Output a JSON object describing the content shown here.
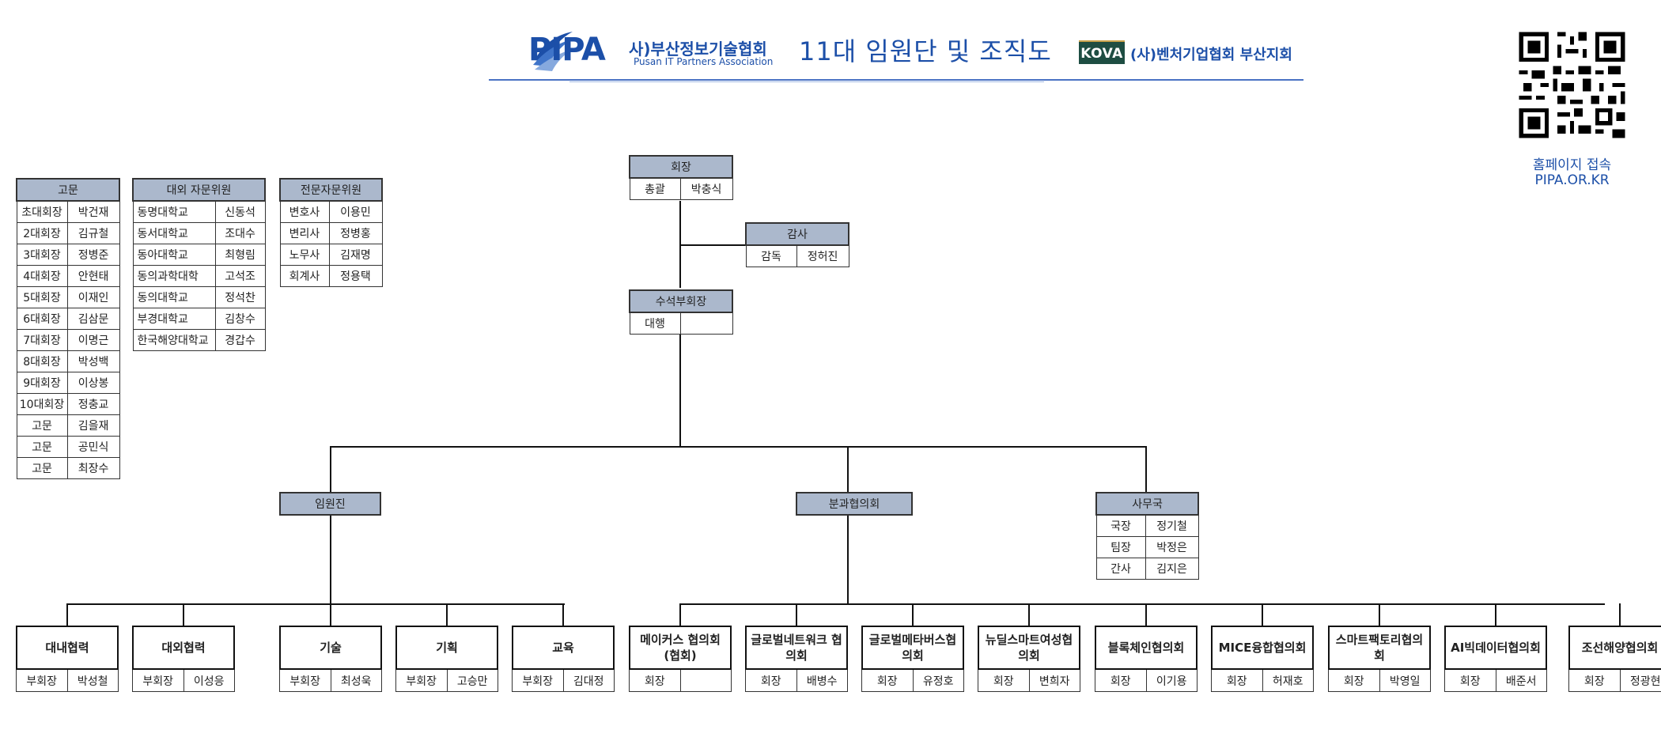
{
  "header": {
    "org_en_short": "PIPA",
    "org_kr": "사)부산정보기술협회",
    "org_en": "Pusan IT Partners Association",
    "title": "11대 임원단 및 조직도",
    "kova_logo": "KOVA",
    "kova_kr": "(사)벤처기업협회 부산지회"
  },
  "qr": {
    "caption_1": "홈페이지 접속",
    "caption_2": "PIPA.OR.KR"
  },
  "colors": {
    "accent": "#1c4fa8",
    "header_fill": "#abb8cc",
    "kova": "#1e4d42"
  },
  "advisors": {
    "title": "고문",
    "rows": [
      [
        "초대회장",
        "박건재"
      ],
      [
        "2대회장",
        "김규철"
      ],
      [
        "3대회장",
        "정병준"
      ],
      [
        "4대회장",
        "안현태"
      ],
      [
        "5대회장",
        "이재인"
      ],
      [
        "6대회장",
        "김삼문"
      ],
      [
        "7대회장",
        "이명근"
      ],
      [
        "8대회장",
        "박성백"
      ],
      [
        "9대회장",
        "이상봉"
      ],
      [
        "10대회장",
        "정충교"
      ],
      [
        "고문",
        "김을재"
      ],
      [
        "고문",
        "공민식"
      ],
      [
        "고문",
        "최장수"
      ]
    ]
  },
  "external_advisory": {
    "title": "대외 자문위원",
    "rows": [
      [
        "동명대학교",
        "신동석"
      ],
      [
        "동서대학교",
        "조대수"
      ],
      [
        "동아대학교",
        "최형림"
      ],
      [
        "동의과학대학",
        "고석조"
      ],
      [
        "동의대학교",
        "정석찬"
      ],
      [
        "부경대학교",
        "김창수"
      ],
      [
        "한국해양대학교",
        "경갑수"
      ]
    ]
  },
  "expert_advisory": {
    "title": "전문자문위원",
    "rows": [
      [
        "변호사",
        "이용민"
      ],
      [
        "변리사",
        "정병홍"
      ],
      [
        "노무사",
        "김재명"
      ],
      [
        "회계사",
        "정용택"
      ]
    ]
  },
  "president": {
    "title": "회장",
    "role": "총괄",
    "name": "박충식"
  },
  "auditor": {
    "title": "감사",
    "role": "감독",
    "name": "정허진"
  },
  "senior_vp": {
    "title": "수석부회장",
    "role": "대행",
    "name": ""
  },
  "executives": {
    "title": "임원진"
  },
  "councils": {
    "title": "분과협의회"
  },
  "secretariat": {
    "title": "사무국",
    "rows": [
      [
        "국장",
        "정기철"
      ],
      [
        "팀장",
        "박정은"
      ],
      [
        "간사",
        "김지은"
      ]
    ]
  },
  "exec_units": [
    {
      "name": "대내협력",
      "role": "부회장",
      "person": "박성철"
    },
    {
      "name": "대외협력",
      "role": "부회장",
      "person": "이성응"
    },
    {
      "name": "기술",
      "role": "부회장",
      "person": "최성욱"
    },
    {
      "name": "기획",
      "role": "부회장",
      "person": "고승만"
    },
    {
      "name": "교육",
      "role": "부회장",
      "person": "김대정"
    }
  ],
  "council_units": [
    {
      "name": "메이커스 협의회(협회)",
      "role": "회장",
      "person": ""
    },
    {
      "name": "글로벌네트워크 협의회",
      "role": "회장",
      "person": "배병수"
    },
    {
      "name": "글로벌메타버스협의회",
      "role": "회장",
      "person": "유정호"
    },
    {
      "name": "뉴딜스마트여성협의회",
      "role": "회장",
      "person": "변희자"
    },
    {
      "name": "블록체인협의회",
      "role": "회장",
      "person": "이기용"
    },
    {
      "name": "MICE융합협의회",
      "role": "회장",
      "person": "허재호"
    },
    {
      "name": "스마트팩토리협의회",
      "role": "회장",
      "person": "박영일"
    },
    {
      "name": "AI빅데이터협의회",
      "role": "회장",
      "person": "배준서"
    },
    {
      "name": "조선해양협의회",
      "role": "회장",
      "person": "정광현"
    }
  ]
}
